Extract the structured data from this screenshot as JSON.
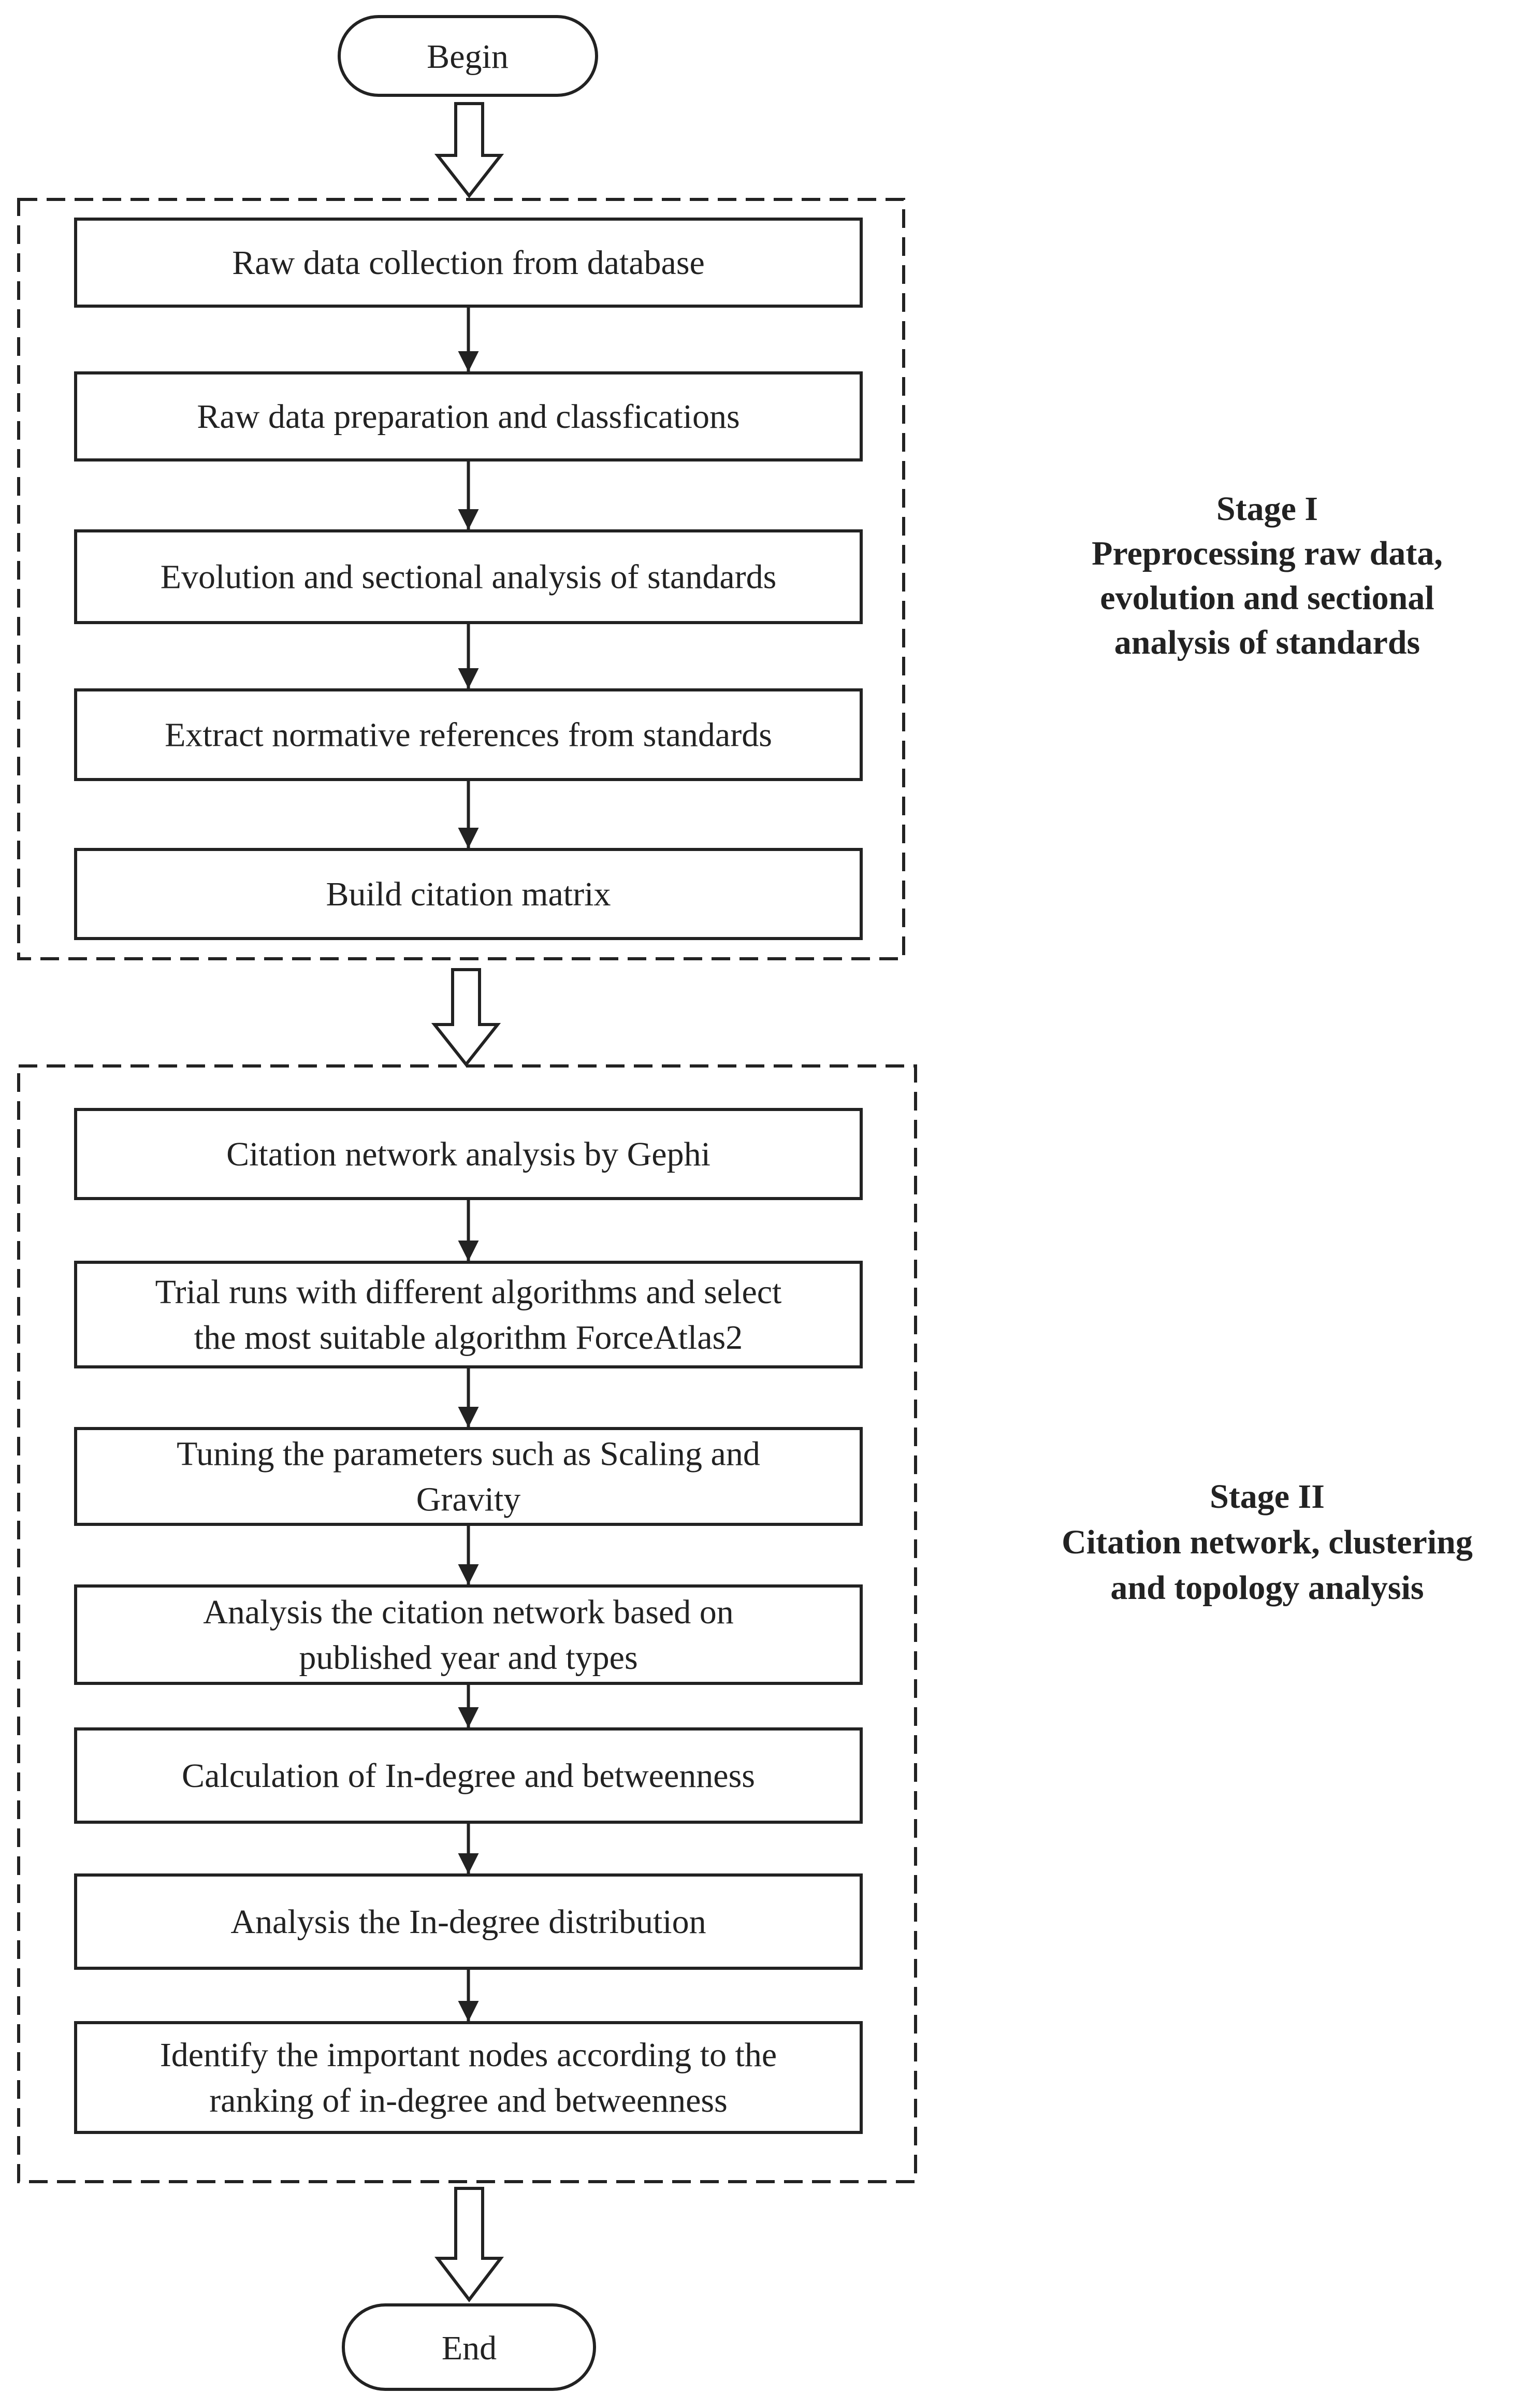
{
  "terminals": {
    "begin": "Begin",
    "end": "End"
  },
  "stage1": {
    "heading": "Stage I",
    "description": [
      "Preprocessing raw data,",
      "evolution and sectional",
      "analysis of standards"
    ],
    "steps": [
      [
        "Raw data collection from database"
      ],
      [
        "Raw data preparation and classfications"
      ],
      [
        "Evolution and sectional analysis of standards"
      ],
      [
        "Extract normative references from standards"
      ],
      [
        "Build citation matrix"
      ]
    ]
  },
  "stage2": {
    "heading": "Stage II",
    "description": [
      "Citation network, clustering",
      "and topology analysis"
    ],
    "steps": [
      [
        "Citation network analysis by Gephi"
      ],
      [
        "Trial runs with different algorithms and select",
        "the most suitable algorithm ForceAtlas2"
      ],
      [
        "Tuning the parameters such as Scaling and",
        "Gravity"
      ],
      [
        "Analysis the citation network based on",
        "published year and types"
      ],
      [
        "Calculation of In-degree and betweenness"
      ],
      [
        "Analysis the In-degree distribution"
      ],
      [
        "Identify the important nodes according to the",
        "ranking of in-degree and betweenness"
      ]
    ]
  },
  "colors": {
    "stroke": "#222222",
    "text": "#222222",
    "background": "#ffffff"
  }
}
